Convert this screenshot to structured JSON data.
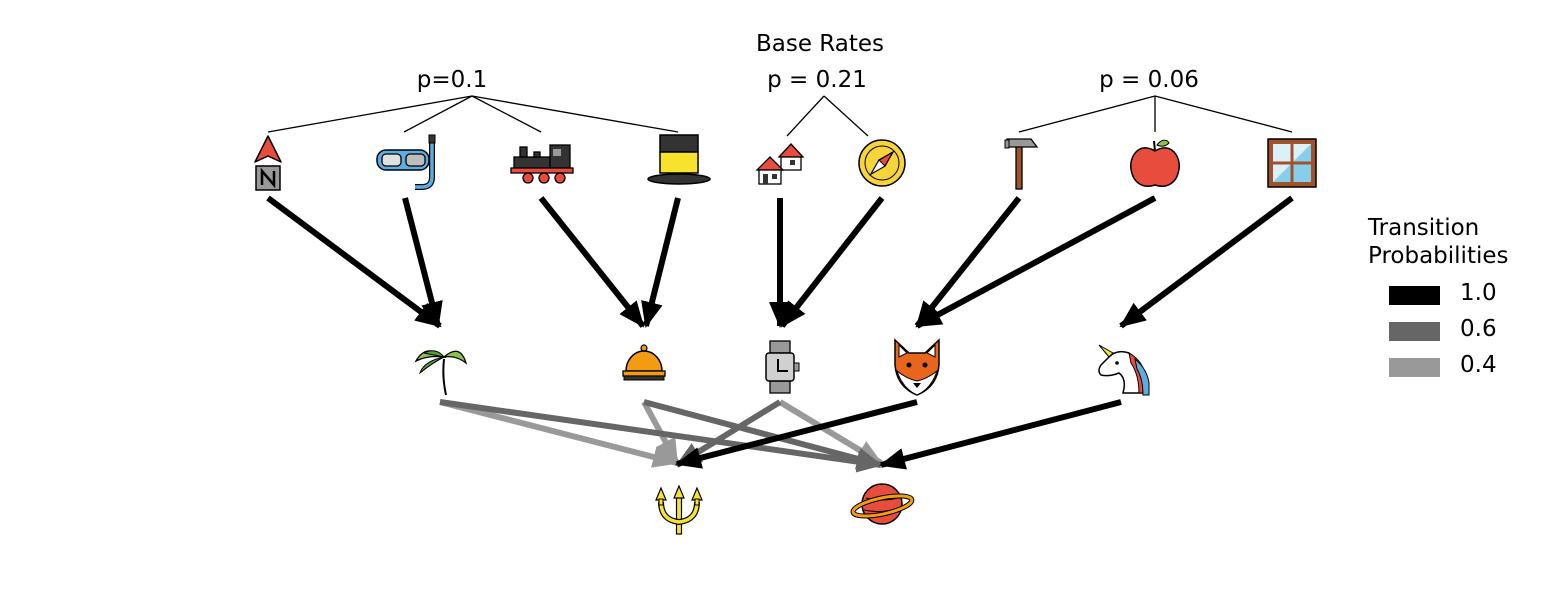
{
  "title": "Base Rates",
  "groups": [
    {
      "label": "p=0.1"
    },
    {
      "label": "p = 0.21"
    },
    {
      "label": "p = 0.06"
    }
  ],
  "nodes": {
    "top": [
      "north-arrow",
      "snorkel-mask",
      "steam-train",
      "top-hat",
      "houses",
      "compass",
      "hammer",
      "apple",
      "window"
    ],
    "middle": [
      "palm-tree",
      "service-bell",
      "watch",
      "fox",
      "unicorn"
    ],
    "bottom": [
      "trident",
      "planet"
    ]
  },
  "edges": [
    {
      "from": "north-arrow",
      "to": "palm-tree",
      "p": 1.0
    },
    {
      "from": "snorkel-mask",
      "to": "palm-tree",
      "p": 1.0
    },
    {
      "from": "steam-train",
      "to": "service-bell",
      "p": 1.0
    },
    {
      "from": "top-hat",
      "to": "service-bell",
      "p": 1.0
    },
    {
      "from": "houses",
      "to": "watch",
      "p": 1.0
    },
    {
      "from": "compass",
      "to": "watch",
      "p": 1.0
    },
    {
      "from": "hammer",
      "to": "fox",
      "p": 1.0
    },
    {
      "from": "apple",
      "to": "fox",
      "p": 1.0
    },
    {
      "from": "window",
      "to": "unicorn",
      "p": 1.0
    },
    {
      "from": "palm-tree",
      "to": "trident",
      "p": 0.4
    },
    {
      "from": "palm-tree",
      "to": "planet",
      "p": 0.6
    },
    {
      "from": "service-bell",
      "to": "trident",
      "p": 0.4
    },
    {
      "from": "service-bell",
      "to": "planet",
      "p": 0.6
    },
    {
      "from": "watch",
      "to": "trident",
      "p": 0.6
    },
    {
      "from": "watch",
      "to": "planet",
      "p": 0.4
    },
    {
      "from": "fox",
      "to": "trident",
      "p": 1.0
    },
    {
      "from": "unicorn",
      "to": "planet",
      "p": 1.0
    }
  ],
  "legend": {
    "title": "Transition\nProbabilities",
    "items": [
      {
        "label": "1.0",
        "color": "#000000"
      },
      {
        "label": "0.6",
        "color": "#666666"
      },
      {
        "label": "0.4",
        "color": "#999999"
      }
    ]
  }
}
